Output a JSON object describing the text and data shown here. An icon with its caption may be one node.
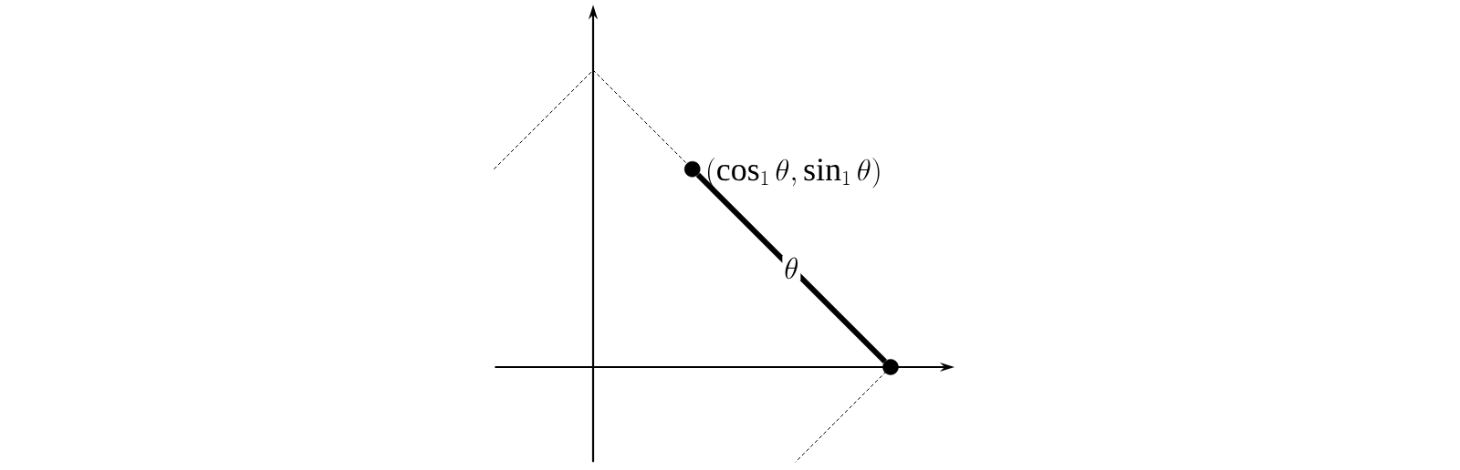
{
  "diagram": {
    "nodes": [
      {
        "text": [],
        "shape": "circle",
        "beside": [
          "(\\cos_1 \\theta, \\sin_1 \\theta)"
        ]
      },
      {
        "text": [],
        "shape": "circle"
      }
    ],
    "edges": [
      {
        "from": 0,
        "to": 1,
        "arrow": "none",
        "label": "\\theta"
      }
    ]
  }
}
